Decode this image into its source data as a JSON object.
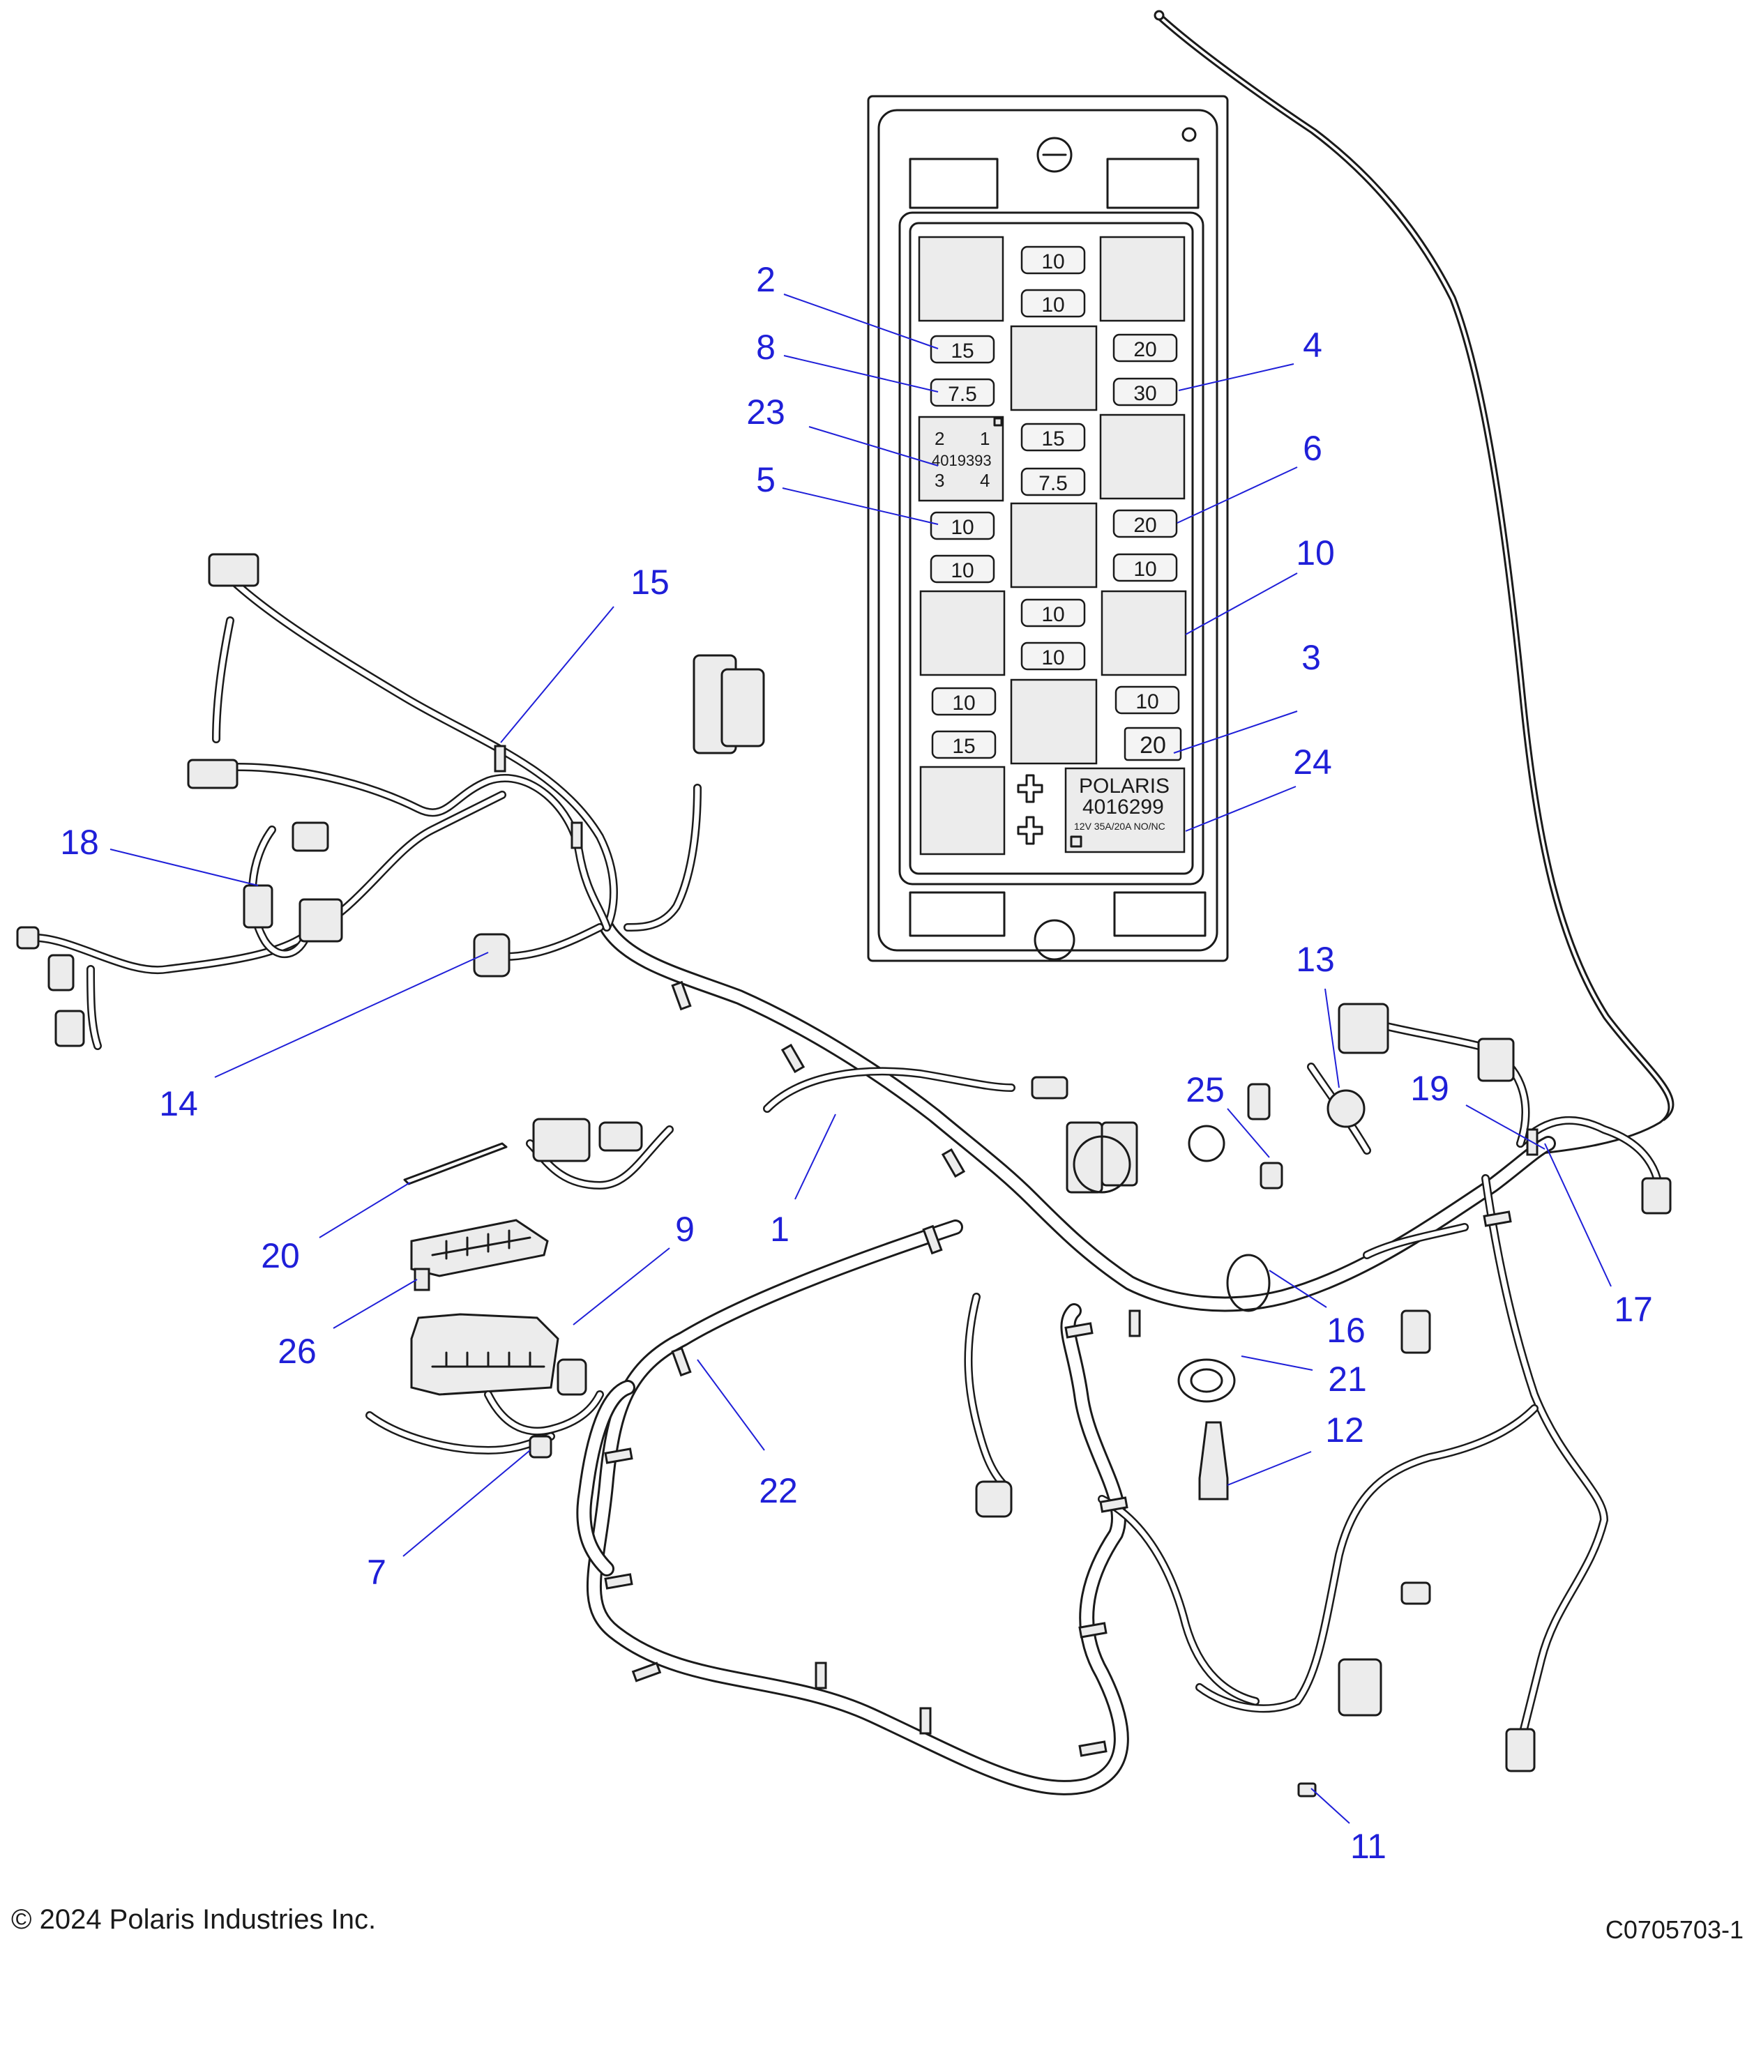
{
  "fuse_box": {
    "fuses": {
      "c1": "10",
      "c2": "10",
      "l1": "15",
      "l2": "7.5",
      "r1": "20",
      "r2": "30",
      "c3": "15",
      "c4": "7.5",
      "l3": "10",
      "l4": "10",
      "r3": "20",
      "r4": "10",
      "c5": "10",
      "c6": "10",
      "l5": "10",
      "l6": "15",
      "r5": "10",
      "r6": "20"
    },
    "relay_small": {
      "top_left": "2",
      "top_right": "1",
      "part_number": "4019393",
      "bottom_left": "3",
      "bottom_right": "4"
    },
    "relay_large": {
      "brand": "POLARIS",
      "part_number": "4016299",
      "rating": "12V  35A/20A  NO/NC"
    }
  },
  "callouts": {
    "c1": "1",
    "c2": "2",
    "c3": "3",
    "c4": "4",
    "c5": "5",
    "c6": "6",
    "c7": "7",
    "c8": "8",
    "c9": "9",
    "c10": "10",
    "c11": "11",
    "c12": "12",
    "c13": "13",
    "c14": "14",
    "c15": "15",
    "c16": "16",
    "c17": "17",
    "c18": "18",
    "c19": "19",
    "c20": "20",
    "c21": "21",
    "c22": "22",
    "c23": "23",
    "c24": "24",
    "c25": "25",
    "c26": "26"
  },
  "footer": {
    "copyright": "© 2024 Polaris Industries Inc.",
    "figure_id": "C0705703-1"
  }
}
